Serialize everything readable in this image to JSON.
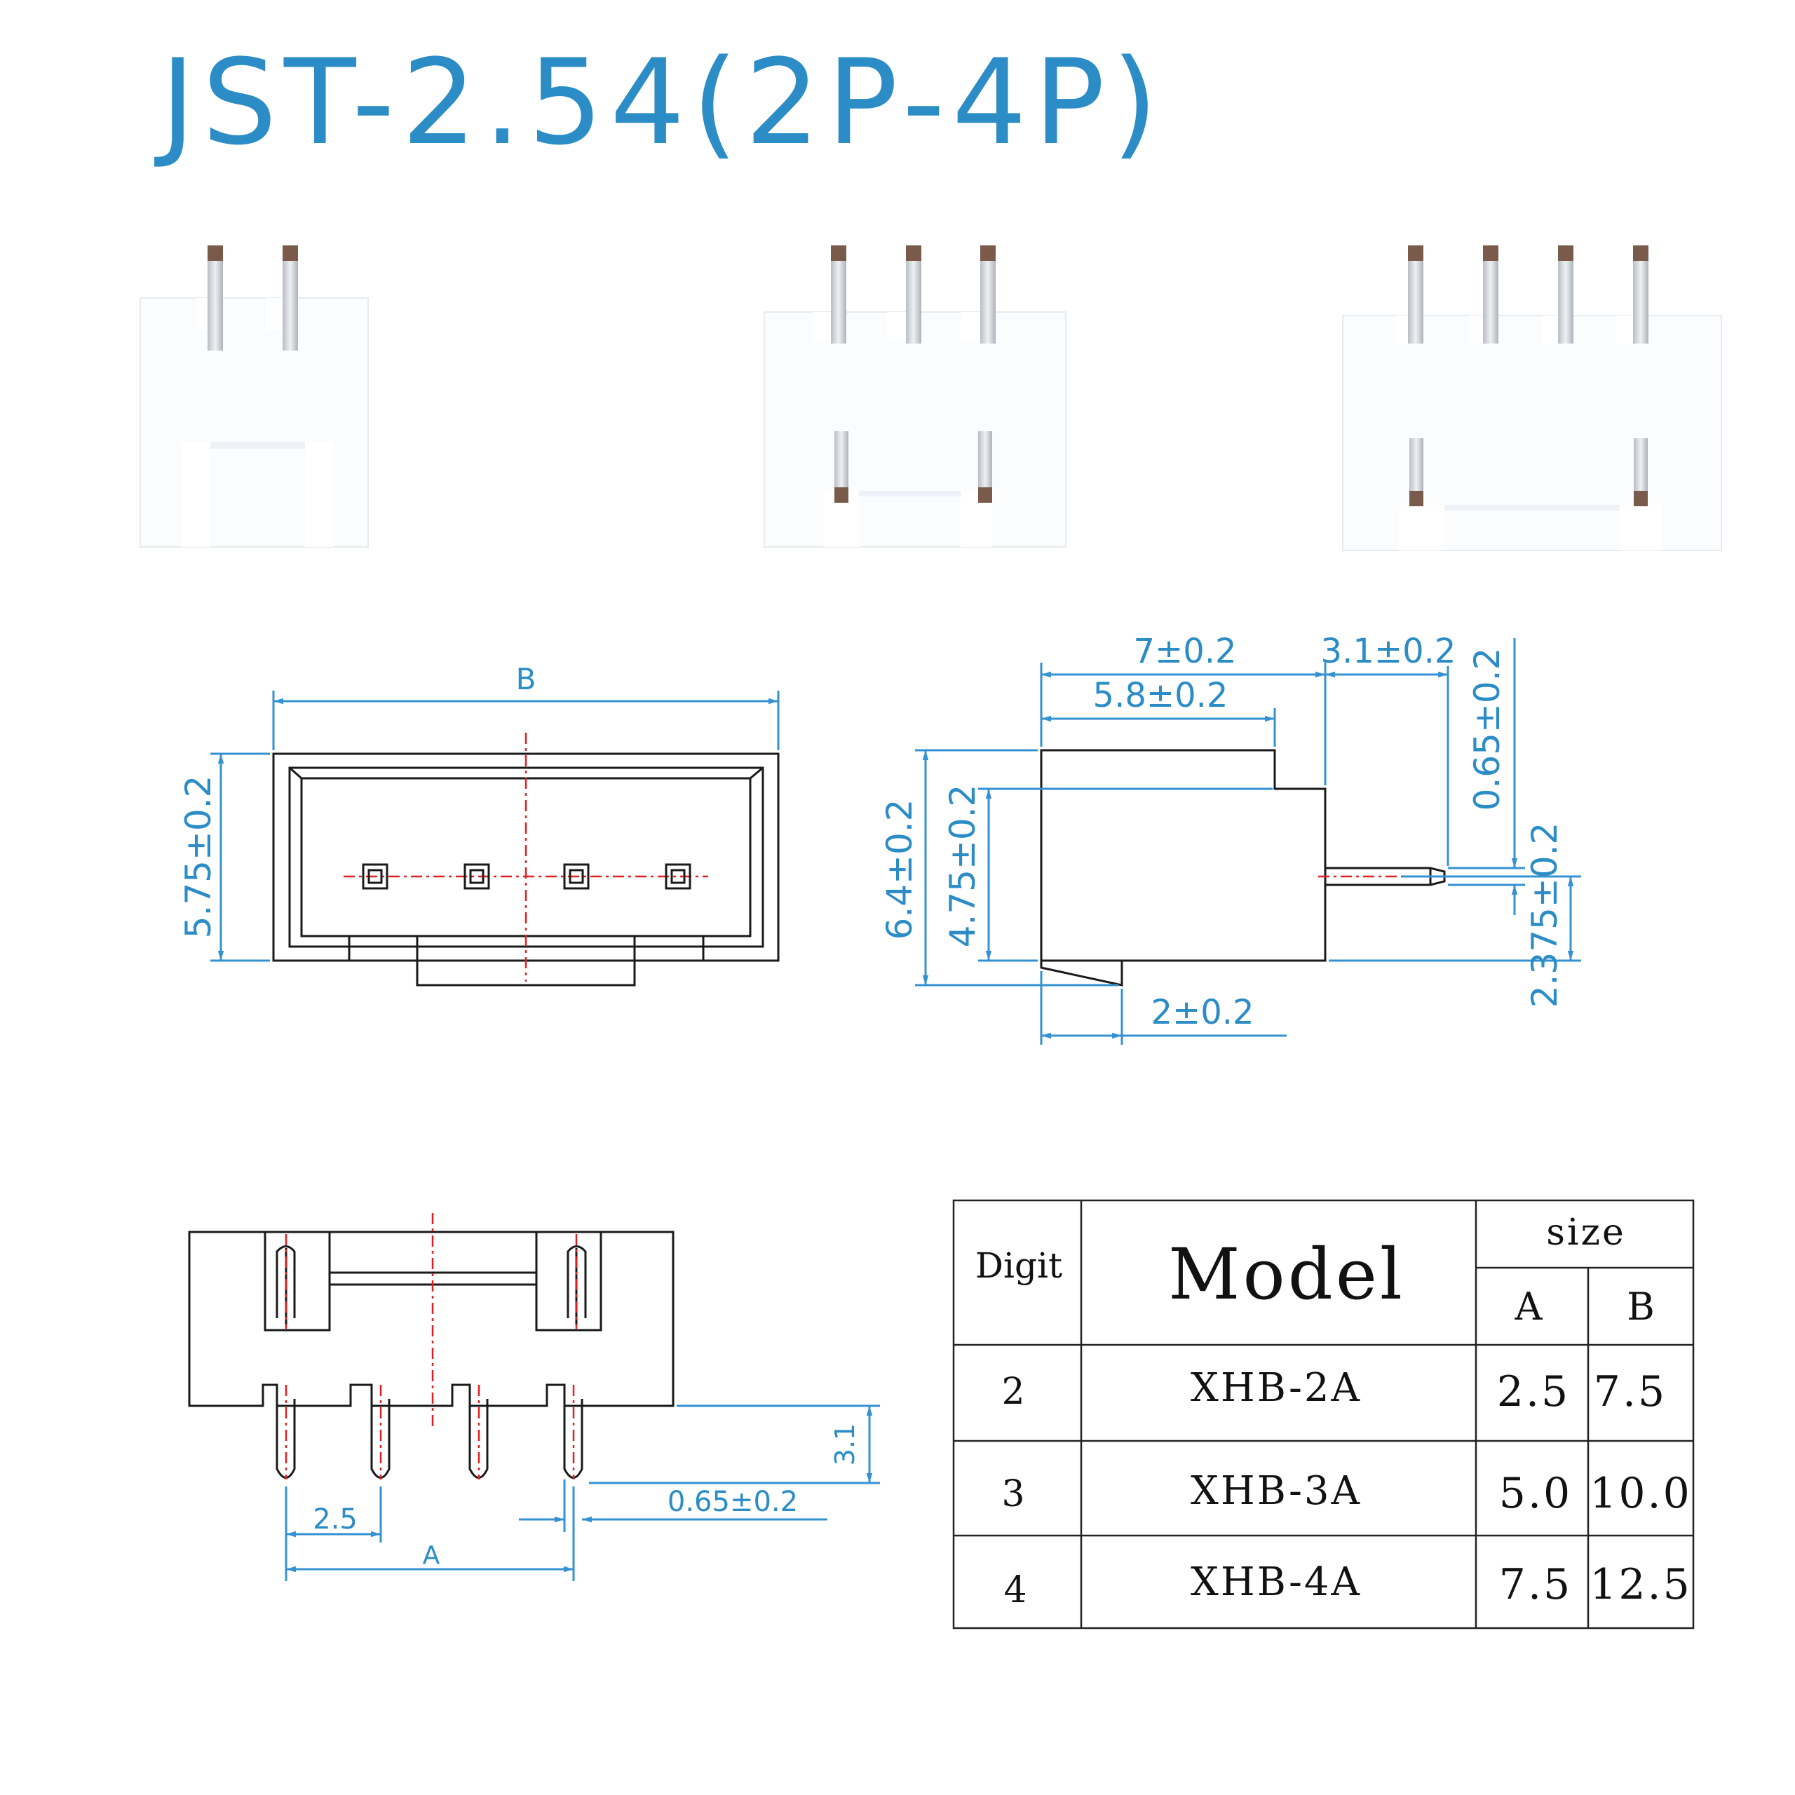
{
  "title": "JST-2.54(2P-4P)",
  "front_view": {
    "width_label": "B",
    "height_label": "5.75±0.2"
  },
  "side_view": {
    "dim_7": "7±0.2",
    "dim_3_1": "3.1±0.2",
    "dim_5_8": "5.8±0.2",
    "dim_0_65": "0.65±0.2",
    "dim_6_4": "6.4±0.2",
    "dim_4_75": "4.75±0.2",
    "dim_2_375": "2.375±0.2",
    "dim_2": "2±0.2"
  },
  "bottom_view": {
    "pitch": "2.5",
    "span": "A",
    "pin_thickness": "0.65±0.2",
    "pin_length": "3.1"
  },
  "table": {
    "col_digit": "Digit",
    "col_model": "Model",
    "col_size": "size",
    "col_a": "A",
    "col_b": "B",
    "rows": [
      {
        "digit": "2",
        "model": "XHB-2A",
        "a": "2.5",
        "b": "7.5"
      },
      {
        "digit": "3",
        "model": "XHB-3A",
        "a": "5.0",
        "b": "10.0"
      },
      {
        "digit": "4",
        "model": "XHB-4A",
        "a": "7.5",
        "b": "12.5"
      }
    ]
  },
  "colors": {
    "accent": "#2b8cc6",
    "dimension": "#3592d2",
    "centerline": "#e02020",
    "connector_body": "#fbfcfe",
    "pin_tip": "#7a5a4a"
  }
}
